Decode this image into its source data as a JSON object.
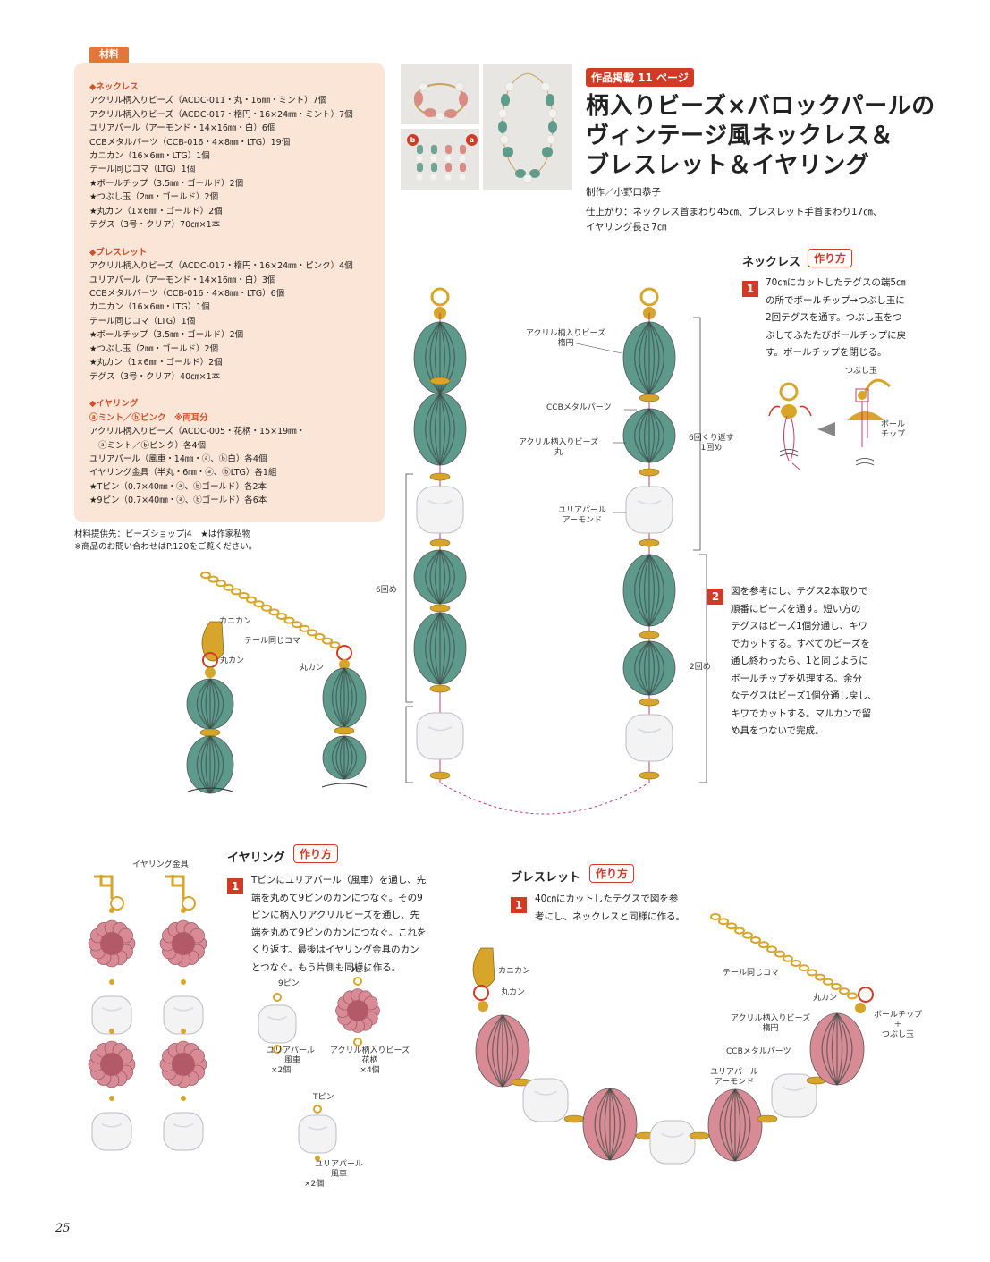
{
  "materials": {
    "tag": "材料",
    "lines": [
      {
        "text": "◆ネックレス",
        "type": "head"
      },
      {
        "text": "アクリル柄入りビーズ（ACDC-011・丸・16㎜・ミント）7個"
      },
      {
        "text": "アクリル柄入りビーズ（ACDC-017・楕円・16×24㎜・ミント）7個"
      },
      {
        "text": "ユリアパール（アーモンド・14×16㎜・白）6個"
      },
      {
        "text": "CCBメタルパーツ（CCB-016・4×8㎜・LTG）19個"
      },
      {
        "text": "カニカン（16×6㎜・LTG）1個"
      },
      {
        "text": "テール同じコマ（LTG）1個"
      },
      {
        "text": "★ボールチップ（3.5㎜・ゴールド）2個"
      },
      {
        "text": "★つぶし玉（2㎜・ゴールド）2個"
      },
      {
        "text": "★丸カン（1×6㎜・ゴールド）2個"
      },
      {
        "text": "テグス（3号・クリア）70㎝×1本"
      },
      {
        "text": "",
        "type": "gap"
      },
      {
        "text": "◆ブレスレット",
        "type": "head"
      },
      {
        "text": "アクリル柄入りビーズ（ACDC-017・楕円・16×24㎜・ピンク）4個"
      },
      {
        "text": "ユリアパール（アーモンド・14×16㎜・白）3個"
      },
      {
        "text": "CCBメタルパーツ（CCB-016・4×8㎜・LTG）6個"
      },
      {
        "text": "カニカン（16×6㎜・LTG）1個"
      },
      {
        "text": "テール同じコマ（LTG）1個"
      },
      {
        "text": "★ボールチップ（3.5㎜・ゴールド）2個"
      },
      {
        "text": "★つぶし玉（2㎜・ゴールド）2個"
      },
      {
        "text": "★丸カン（1×6㎜・ゴールド）2個"
      },
      {
        "text": "テグス（3号・クリア）40㎝×1本"
      },
      {
        "text": "",
        "type": "gap"
      },
      {
        "text": "◆イヤリング",
        "type": "head"
      },
      {
        "text": "ⓐミント／ⓑピンク　※両耳分",
        "type": "head"
      },
      {
        "text": "アクリル柄入りビーズ（ACDC-005・花柄・15×19㎜・"
      },
      {
        "text": "ⓐミント／ⓑピンク）各4個",
        "type": "indent"
      },
      {
        "text": "ユリアパール（風車・14㎜・ⓐ、ⓑ白）各4個"
      },
      {
        "text": "イヤリング金具（半丸・6㎜・ⓐ、ⓑLTG）各1組"
      },
      {
        "text": "★Tピン（0.7×40㎜・ⓐ、ⓑゴールド）各2本"
      },
      {
        "text": "★9ピン（0.7×40㎜・ⓐ、ⓑゴールド）各6本"
      }
    ],
    "footer": [
      "材料提供先：ビーズショップj4　★は作家私物",
      "※商品のお問い合わせはP.120をご覧ください。"
    ]
  },
  "header": {
    "page_tag": "作品掲載 11 ページ",
    "title_lines": [
      "柄入りビーズ×バロックパールの",
      "ヴィンテージ風ネックレス＆",
      "ブレスレット＆イヤリング"
    ],
    "credit": "制作／小野口恭子",
    "finish_lines": [
      "仕上がり：ネックレス首まわり45㎝、ブレスレット手首まわり17㎝、",
      "イヤリング長さ7㎝"
    ],
    "photo_badges": [
      "b",
      "a"
    ]
  },
  "necklace": {
    "section": "ネックレス",
    "how_to": "作り方",
    "steps": [
      {
        "num": "1",
        "lines": [
          "70㎝にカットしたテグスの端5㎝",
          "の所でボールチップ→つぶし玉に",
          "2回テグスを通す。つぶし玉をつ",
          "ぶしてふたたびボールチップに戻",
          "す。ボールチップを閉じる。"
        ]
      },
      {
        "num": "2",
        "lines": [
          "図を参考にし、テグス2本取りで",
          "順番にビーズを通す。短い方の",
          "テグスはビーズ1個分通し、キワ",
          "でカットする。すべてのビーズを",
          "通し終わったら、1と同じように",
          "ボールチップを処理する。余分",
          "なテグスはビーズ1個分通し戻し、",
          "キワでカットする。マルカンで留",
          "め具をつないで完成。"
        ]
      }
    ],
    "labels": {
      "tsubushi": "つぶし玉",
      "ballchip": [
        "ボール",
        "チップ"
      ],
      "acrylic_oval": [
        "アクリル柄入りビーズ",
        "楕円"
      ],
      "ccb": "CCBメタルパーツ",
      "acrylic_round": [
        "アクリル柄入りビーズ",
        "丸"
      ],
      "pearl_almond": [
        "ユリアパール",
        "アーモンド"
      ],
      "repeat": [
        "6回くり返す",
        "1回め"
      ],
      "sixth": "6回め",
      "second": "2回め",
      "kanikan": "カニカン",
      "tail": "テール同じコマ",
      "marukan": "丸カン",
      "marukan2": "丸カン"
    }
  },
  "earring": {
    "section": "イヤリング",
    "how_to": "作り方",
    "step": {
      "num": "1",
      "lines": [
        "Tピンにユリアパール（風車）を通し、先",
        "端を丸めて9ピンのカンにつなぐ。その9",
        "ピンに柄入りアクリルビーズを通し、先",
        "端を丸めて9ピンのカンにつなぐ。これを",
        "くり返す。最後はイヤリング金具のカン",
        "とつなぐ。もう片側も同様に作る。"
      ]
    },
    "labels": {
      "fitting": "イヤリング金具",
      "nine_pin_a": "9ピン",
      "nine_pin_b": "9ピン",
      "t_pin": "Tピン",
      "pearl_windmill": [
        "ユリアパール",
        "風車",
        "×2個"
      ],
      "acrylic_flower": [
        "アクリル柄入りビーズ",
        "花柄",
        "×4個"
      ],
      "pearl_windmill_2": [
        "ユリアパール",
        "風車",
        "×2個"
      ]
    }
  },
  "bracelet": {
    "section": "ブレスレット",
    "how_to": "作り方",
    "step": {
      "num": "1",
      "lines": [
        "40㎝にカットしたテグスで図を参",
        "考にし、ネックレスと同様に作る。"
      ]
    },
    "labels": {
      "kanikan": "カニカン",
      "marukan": "丸カン",
      "tail": "テール同じコマ",
      "marukan2": "丸カン",
      "ballchip": [
        "ボールチップ",
        "＋",
        "つぶし玉"
      ],
      "acrylic_oval": [
        "アクリル柄入りビーズ",
        "楕円"
      ],
      "ccb": "CCBメタルパーツ",
      "pearl_almond": [
        "ユリアパール",
        "アーモンド"
      ]
    }
  },
  "page_number": "25",
  "colors": {
    "accent": "#d23a26",
    "panel": "#fbe5d6",
    "mint": "#5d9a8c",
    "pink": "#d98b95",
    "gold": "#d7a52a"
  }
}
